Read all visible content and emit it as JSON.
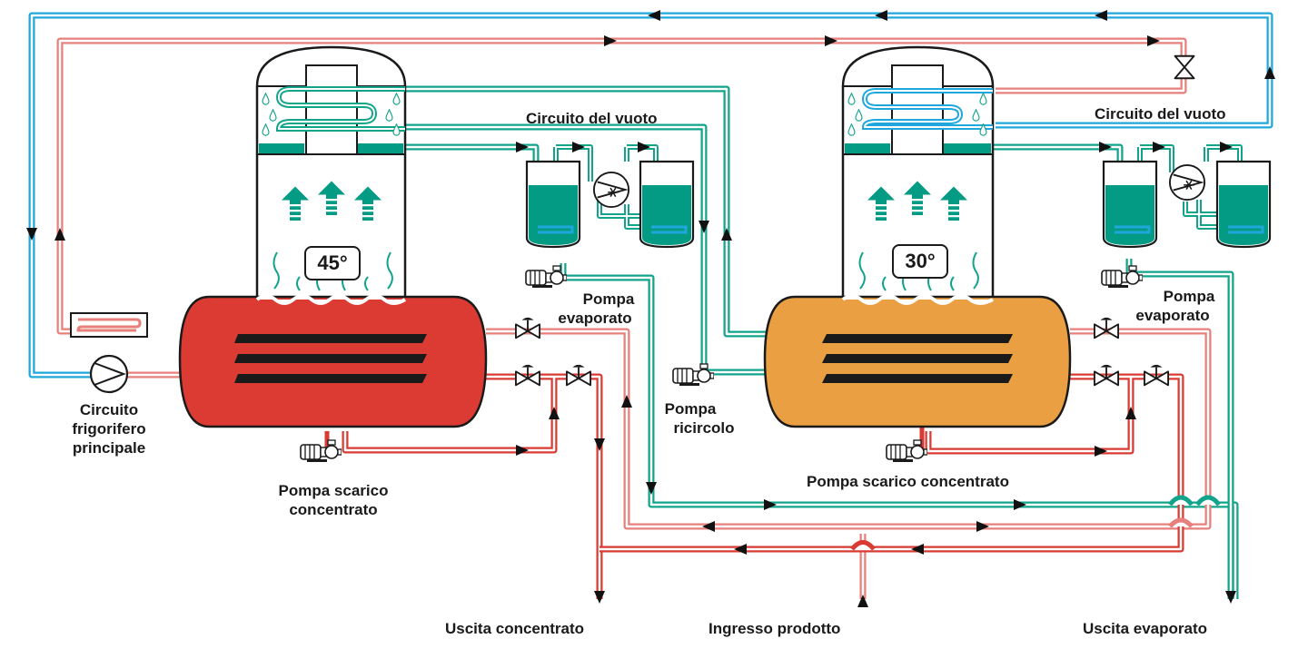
{
  "labels": {
    "vacuum_circuit_left": "Circuito del vuoto",
    "vacuum_circuit_right": "Circuito del vuoto",
    "evap_pump_left_1": "Pompa",
    "evap_pump_left_2": "evaporato",
    "evap_pump_right_1": "Pompa",
    "evap_pump_right_2": "evaporato",
    "recirc_pump_1": "Pompa",
    "recirc_pump_2": "ricircolo",
    "main_circuit_1": "Circuito",
    "main_circuit_2": "frigorifero",
    "main_circuit_3": "principale",
    "discharge_left_1": "Pompa scarico",
    "discharge_left_2": "concentrato",
    "discharge_right": "Pompa scarico concentrato",
    "concentrate_outlet": "Uscita concentrato",
    "product_inlet": "Ingresso prodotto",
    "evaporate_outlet": "Uscita evaporato"
  },
  "temperatures": {
    "left": "45°",
    "right": "30°"
  },
  "colors": {
    "cold_line": "#1fa7db",
    "warm_line": "#e77f7a",
    "hot_line": "#d93a32",
    "vapor_line": "#12a38b",
    "tank_left": "#db3b32",
    "tank_right": "#eaa042",
    "liquid": "#049b85",
    "outline": "#1a1a1a"
  }
}
